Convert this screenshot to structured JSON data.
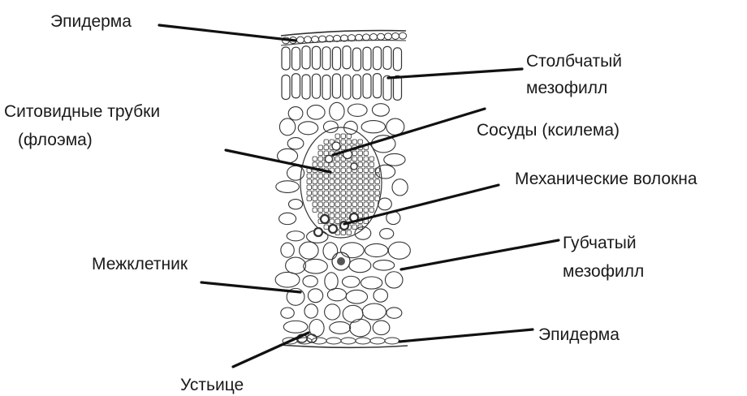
{
  "labels": {
    "epidermis_top": "Эпидерма",
    "palisade_line1": "Столбчатый",
    "palisade_line2": "мезофилл",
    "phloem_line1": "Ситовидные трубки",
    "phloem_line2": "(флоэма)",
    "xylem": "Сосуды (ксилема)",
    "fibers": "Механические волокна",
    "spongy_line1": "Губчатый",
    "spongy_line2": "мезофилл",
    "intercellular": "Межклетник",
    "epidermis_bottom": "Эпидерма",
    "stoma": "Устьице"
  }
}
